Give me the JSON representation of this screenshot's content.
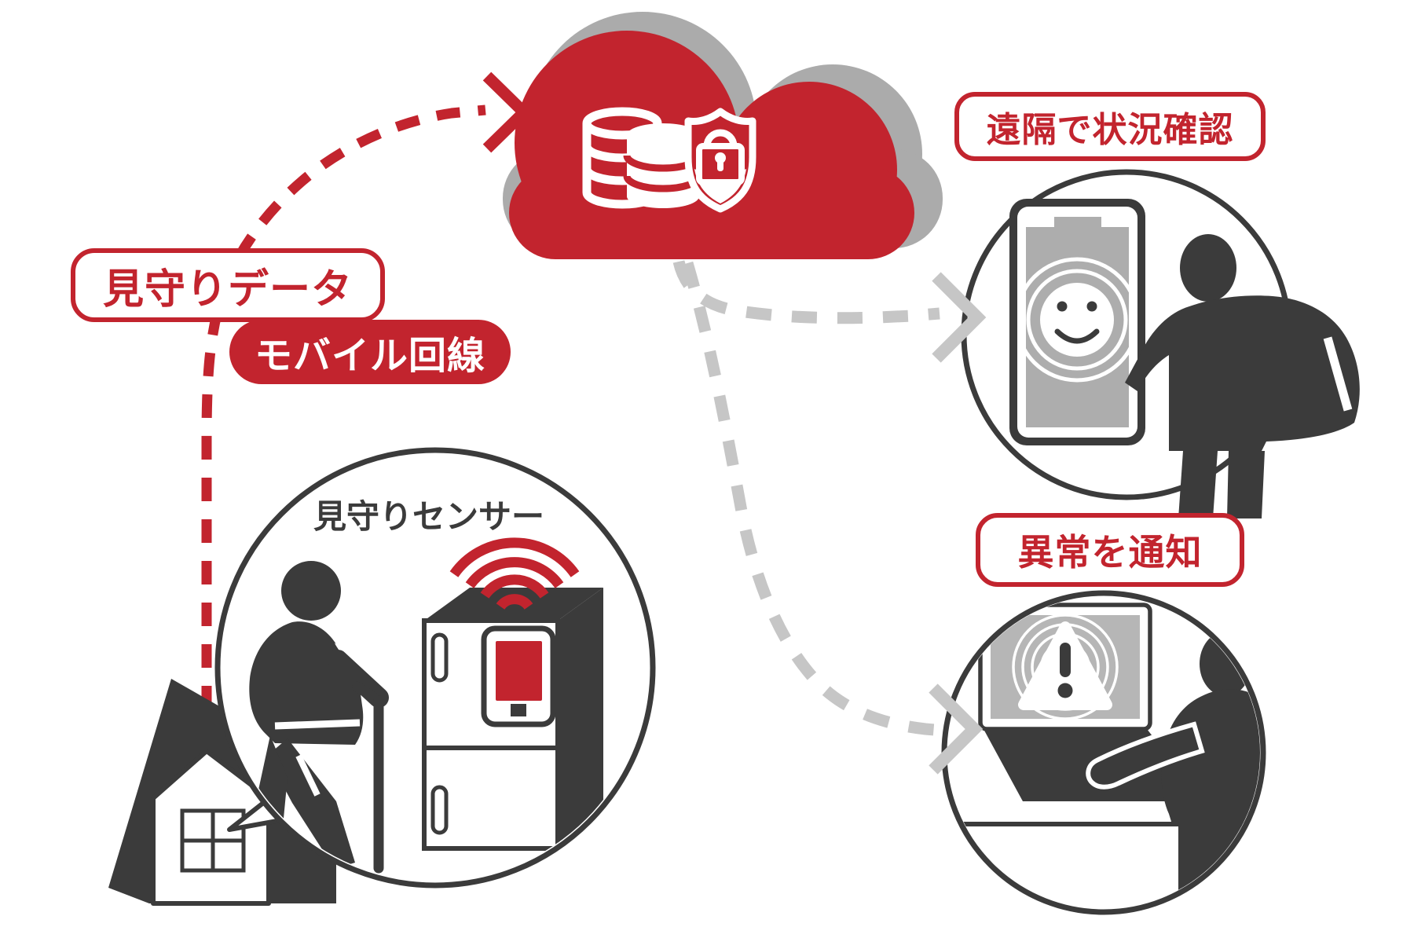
{
  "labels": {
    "monitoring_data": "見守りデータ",
    "mobile_line": "モバイル回線",
    "remote_status_check": "遠隔で状況確認",
    "anomaly_notification": "異常を通知",
    "monitoring_sensor": "見守りセンサー"
  },
  "colors": {
    "accent_red": "#C2242E",
    "dark": "#3B3B3B",
    "cloud_shadow_gray": "#ABABAB",
    "arrow_gray": "#C6C6C6",
    "phone_screen_gray": "#ADADAD",
    "laptop_screen_gray": "#B6B6B6",
    "background": "#FFFFFF"
  },
  "icons": [
    "cloud-icon",
    "database-icon",
    "shield-lock-icon",
    "house-icon",
    "elderly-person-cane-icon",
    "refrigerator-icon",
    "sensor-device-icon",
    "wifi-signal-icon",
    "smartphone-icon",
    "smiley-face-icon",
    "person-icon",
    "laptop-icon",
    "warning-triangle-icon",
    "dashed-arrow-icon"
  ],
  "flows": [
    {
      "from": "house-sensor",
      "to": "cloud",
      "style": "red-dashed-arrow"
    },
    {
      "from": "cloud",
      "to": "smartphone-scene",
      "style": "gray-dashed-arrow"
    },
    {
      "from": "cloud",
      "to": "laptop-scene",
      "style": "gray-dashed-arrow"
    }
  ]
}
